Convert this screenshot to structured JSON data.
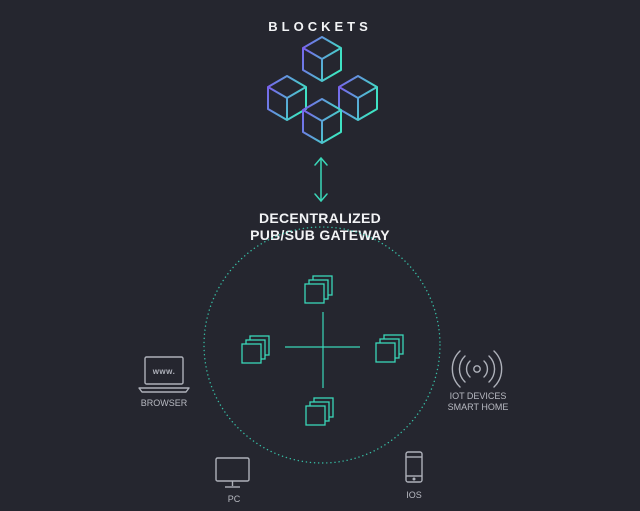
{
  "header": {
    "title": "BLOCKETS"
  },
  "gateway": {
    "line1": "DECENTRALIZED",
    "line2": "PUB/SUB GATEWAY"
  },
  "devices": {
    "browser": {
      "label": "BROWSER",
      "screen_text": "www.",
      "icon": "laptop-icon"
    },
    "iot": {
      "label_line1": "IOT DEVICES",
      "label_line2": "SMART HOME",
      "icon": "wireless-signal-icon"
    },
    "pc": {
      "label": "PC",
      "icon": "monitor-icon"
    },
    "ios": {
      "label": "IOS",
      "icon": "phone-icon"
    }
  },
  "colors": {
    "background": "#25262f",
    "cube_gradient_start": "#7c5cf0",
    "cube_gradient_end": "#3fe2c4",
    "accent_teal": "#3ad7b8",
    "device_stroke": "#aeb1ba",
    "text_primary": "#f2f3f5",
    "text_secondary": "#b7b9c1"
  }
}
